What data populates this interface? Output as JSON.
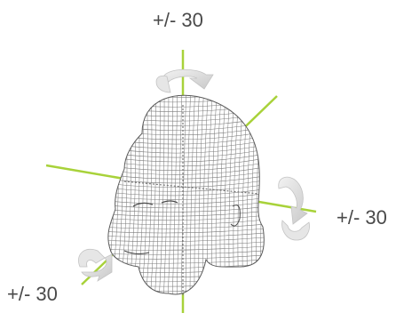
{
  "labels": {
    "yaw": "+/- 30",
    "pitch": "+/- 30",
    "roll": "+/- 30"
  },
  "colors": {
    "axis": "#a8d23a",
    "mesh": "#6f6f6f",
    "rotation_arrow": "#d8d8d8",
    "label_text": "#4a4a4a"
  },
  "icons": {
    "yaw_rotation": "rotate-arrow-icon",
    "pitch_rotation": "rotate-arrow-icon",
    "roll_rotation": "rotate-arrow-icon"
  }
}
